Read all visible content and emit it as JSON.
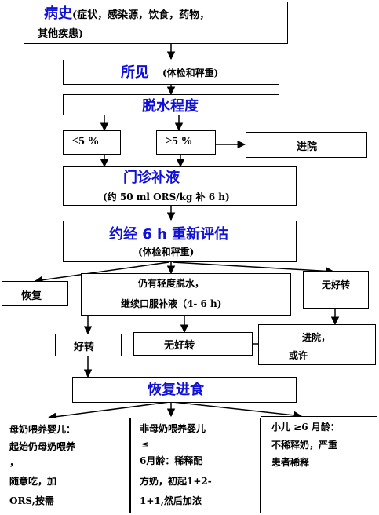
{
  "history": {
    "title": "病史",
    "detail_line1": "(症状，感染源，饮食，药物，",
    "detail_line2": "其他疾患)"
  },
  "findings": {
    "title": "所见",
    "detail": "(体检和秤重)"
  },
  "dehydration": {
    "title": "脱水程度"
  },
  "branch_low": {
    "label": "≤5 %"
  },
  "branch_high": {
    "label": "≥5 %"
  },
  "admit_top": {
    "label": "进院"
  },
  "outpatient": {
    "title": "门诊补液",
    "detail": "(约 50 ml ORS/kg  补 6 h)"
  },
  "reassess": {
    "title": "约经 6 h 重新评估",
    "detail": "(体检和秤重)"
  },
  "recovered": {
    "label": "恢复"
  },
  "mild": {
    "line1": "仍有轻度脱水，",
    "line2": "继续口服补液（4- 6 h)"
  },
  "no_improve_right": {
    "label": "无好转"
  },
  "improved": {
    "label": "好转"
  },
  "no_improve_mid": {
    "label": "无好转"
  },
  "admit_bottom": {
    "line1": "进院，",
    "line2": "或许"
  },
  "refeed": {
    "title": "恢复进食"
  },
  "breastfed": {
    "line1": "母奶喂养婴儿：",
    "line2": "起始仍母奶喂养",
    "line3": "，",
    "line4": "随意吃，加",
    "line5": "ORS,按需"
  },
  "non_breastfed": {
    "line1": "非母奶喂养婴儿",
    "line2": "≤",
    "line3": "6月龄：稀释配",
    "line4": "方奶，初起1+2-",
    "line5": "1+1,然后加浓"
  },
  "older": {
    "line1": "小儿 ≥6 月龄：",
    "line2": "不稀释奶，严重",
    "line3": "患者稀释"
  }
}
